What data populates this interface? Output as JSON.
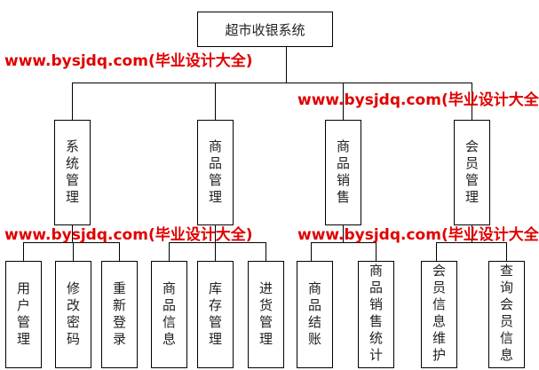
{
  "root": "超市收银系统",
  "modules": [
    {
      "label": "系统管理",
      "children": [
        "用户管理",
        "修改密码",
        "重新登录"
      ]
    },
    {
      "label": "商品管理",
      "children": [
        "商品信息",
        "库存管理",
        "进货管理"
      ]
    },
    {
      "label": "商品销售",
      "children": [
        "商品结账",
        "商品销售统计"
      ]
    },
    {
      "label": "会员管理",
      "children": [
        "会员信息维护",
        "查询会员信息"
      ]
    }
  ],
  "watermark": "www.bysjdq.com(毕业设计大全)",
  "colors": {
    "watermark": "#e00000",
    "line": "#000000"
  }
}
